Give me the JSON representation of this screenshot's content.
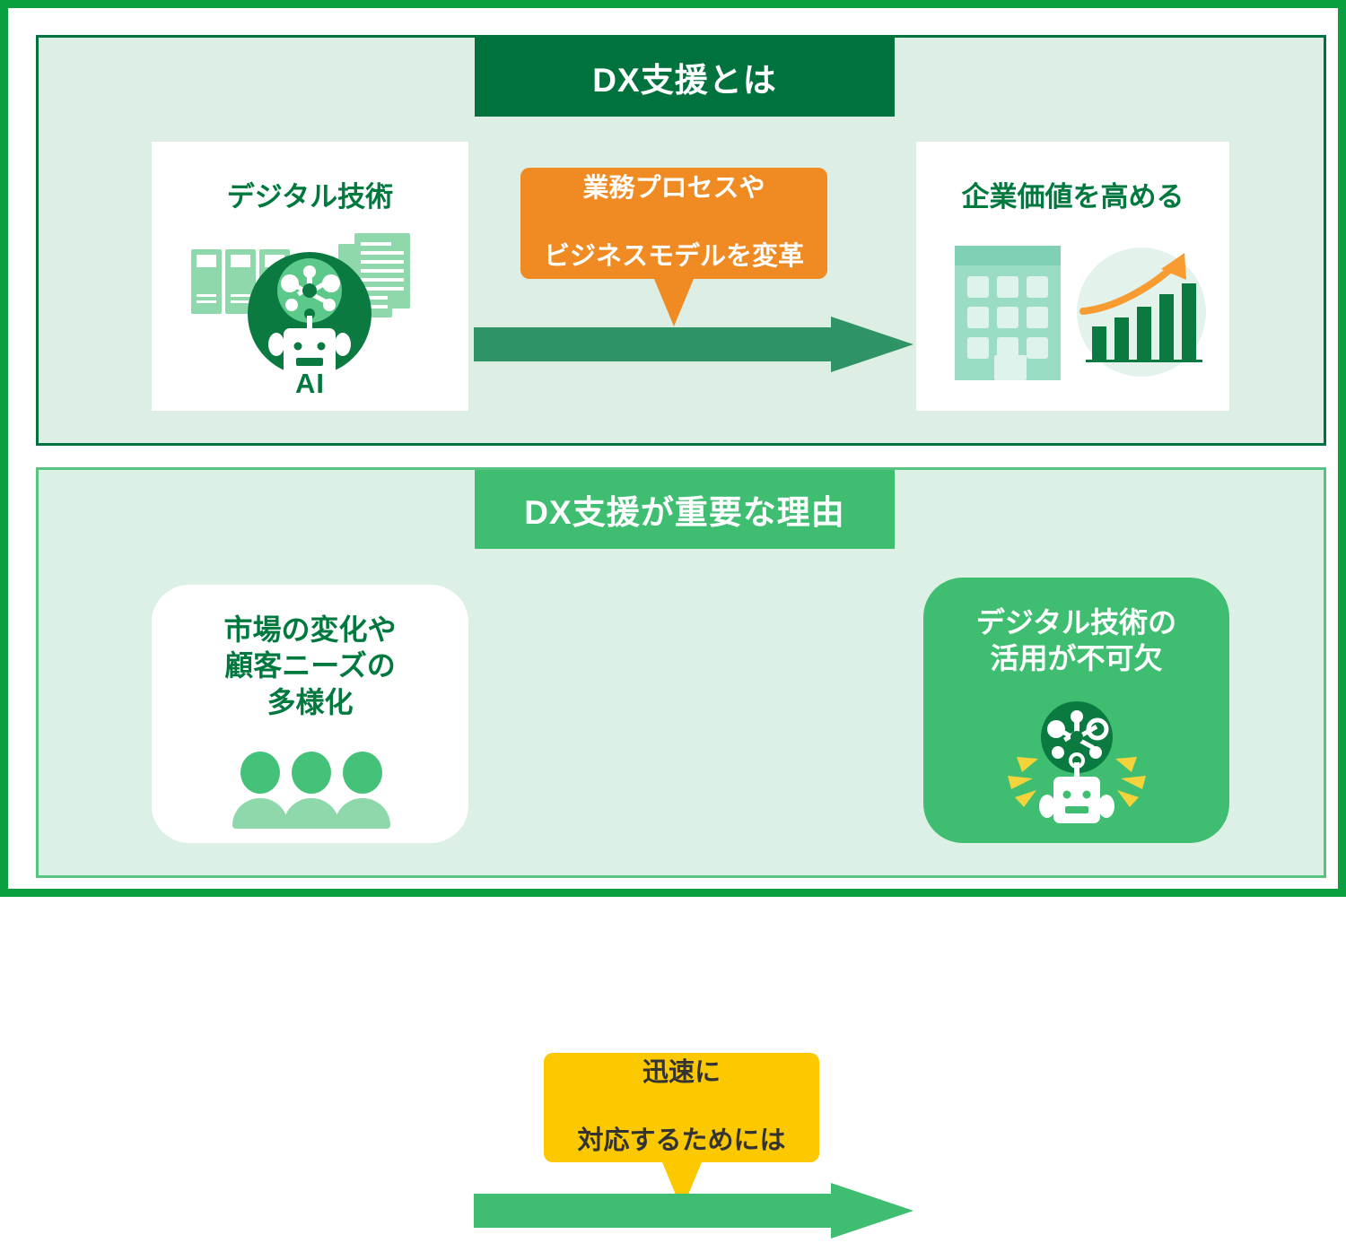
{
  "colors": {
    "outer_border": "#0aa03f",
    "panel_top_bg": "#ddefe4",
    "panel_top_border": "#00723e",
    "panel_bottom_bg": "#ddf0e5",
    "panel_bottom_border": "#57c481",
    "header_top_bg": "#00723e",
    "header_bottom_bg": "#3fbe71",
    "callout_orange": "#f08a22",
    "callout_yellow": "#fcc900",
    "arrow_top": "#2e9465",
    "arrow_bottom": "#3fbe71",
    "text_green_dark": "#00793f",
    "icon_green_dark": "#0a7a40",
    "icon_green_mid": "#45c279",
    "icon_green_light": "#8fd8ab",
    "icon_mint": "#9bdcc4",
    "icon_mint_pale": "#d8efe6",
    "accent_yellow": "#f5d33a",
    "white": "#ffffff"
  },
  "sections": [
    {
      "id": "top",
      "header": "DX支援とは",
      "left_card": {
        "title": "デジタル技術",
        "icon_label": "AI",
        "icon_name": "ai-robot-network-icon"
      },
      "callout": {
        "line1": "業務プロセスや",
        "line2": "ビジネスモデルを変革"
      },
      "arrow_name": "flow-arrow-right",
      "right_card": {
        "title": "企業価値を高める",
        "icon_name": "building-growth-chart-icon"
      }
    },
    {
      "id": "bottom",
      "header": "DX支援が重要な理由",
      "left_card": {
        "line1": "市場の変化や",
        "line2": "顧客ニーズの",
        "line3": "多様化",
        "icon_name": "three-people-icon"
      },
      "callout": {
        "line1": "迅速に",
        "line2": "対応するためには"
      },
      "arrow_name": "flow-arrow-right",
      "right_card": {
        "line1": "デジタル技術の",
        "line2": "活用が不可欠",
        "icon_name": "robot-ai-sparkle-icon"
      }
    }
  ]
}
